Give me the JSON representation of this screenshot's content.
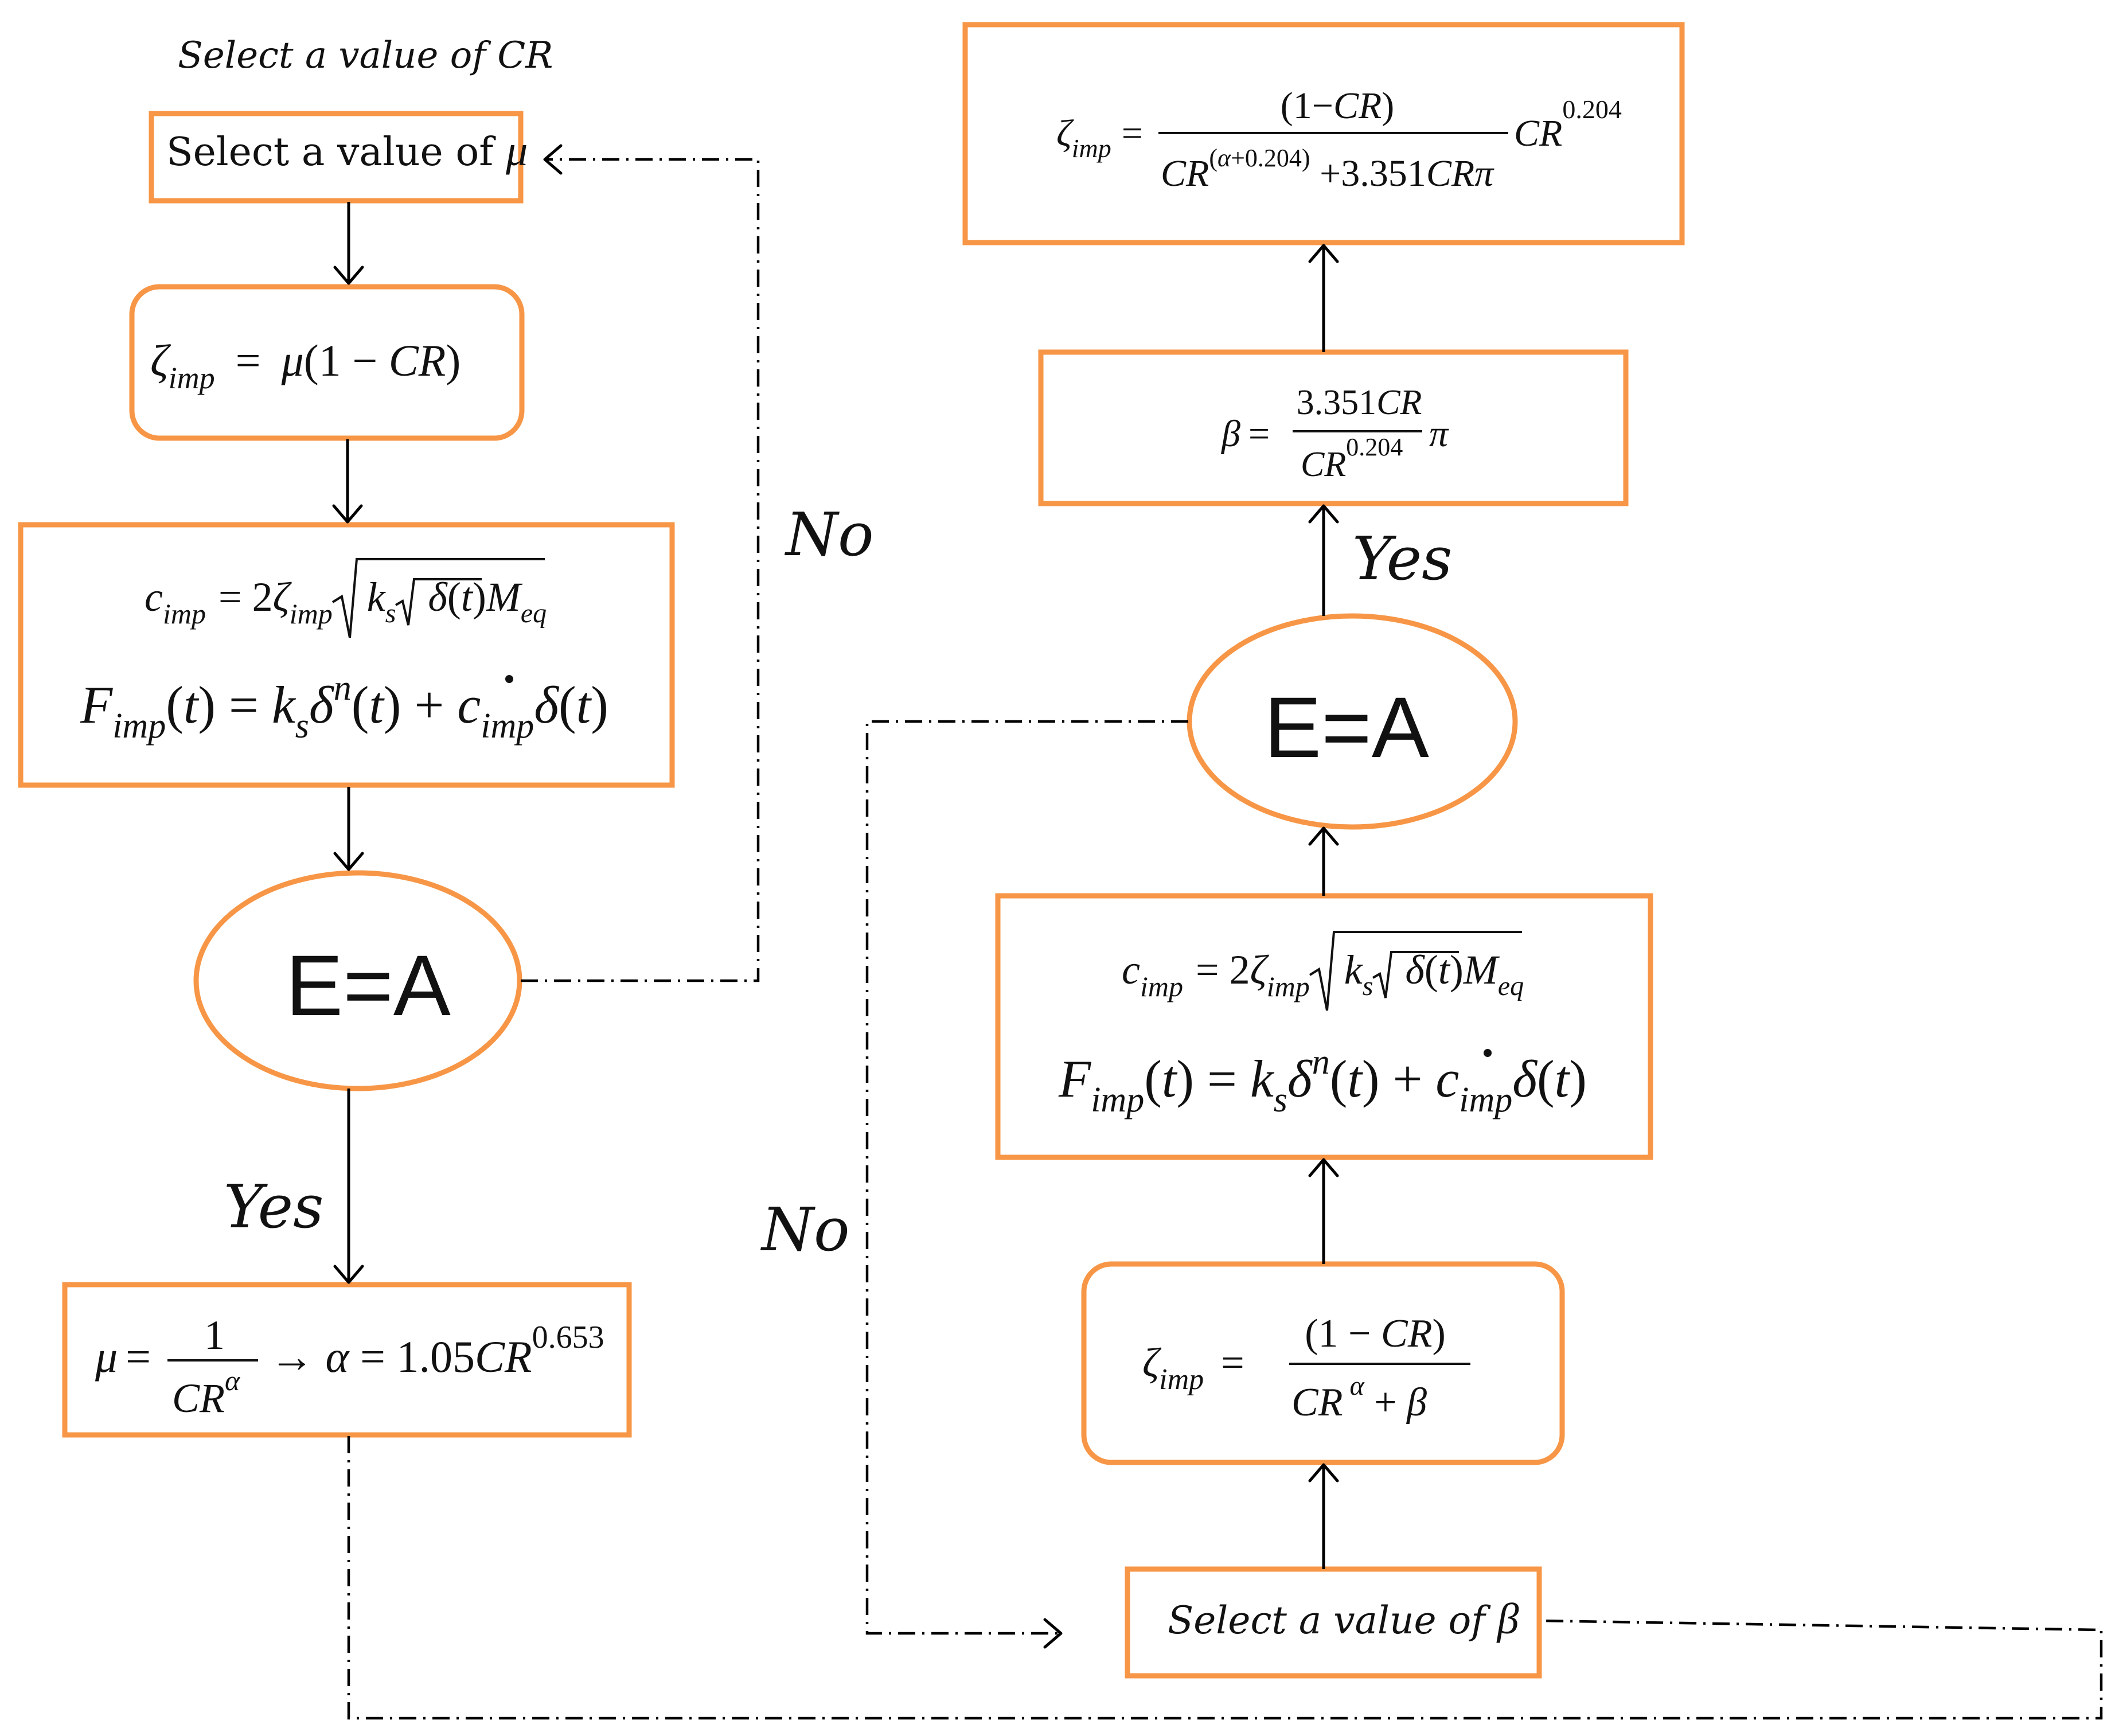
{
  "colors": {
    "box_border": "#F79646",
    "line": "#000000",
    "background": "#ffffff"
  },
  "left": {
    "caption": "Select a value of CR",
    "select_mu": "Select a value of μ",
    "zeta_eq": "ζimp = μ(1 − CR)",
    "c_imp_eq": "cimp = 2ζimp√(ks√δ(t) Meq)",
    "f_imp_eq": "Fimp(t) = ksδn(t) + cimpδ̇(t)",
    "decision": "E=A",
    "no_label": "No",
    "yes_label": "Yes",
    "result_eq": "μ = 1/CRα → α = 1.05CR0.653"
  },
  "right": {
    "select_beta": "Select a value of β",
    "zeta_eq": "ζimp = (1 − CR)/(CRα + β)",
    "c_imp_eq": "cimp = 2ζimp√(ks√δ(t) Meq)",
    "f_imp_eq": "Fimp(t) = ksδn(t) + cimpδ̇(t)",
    "decision": "E=A",
    "no_label": "No",
    "yes_label": "Yes",
    "beta_eq": "β = 3.351CR/CR0.204 π",
    "final_eq": "ζimp = (1−CR)/(CR(α+0.204) + 3.351CRπ) CR0.204"
  }
}
